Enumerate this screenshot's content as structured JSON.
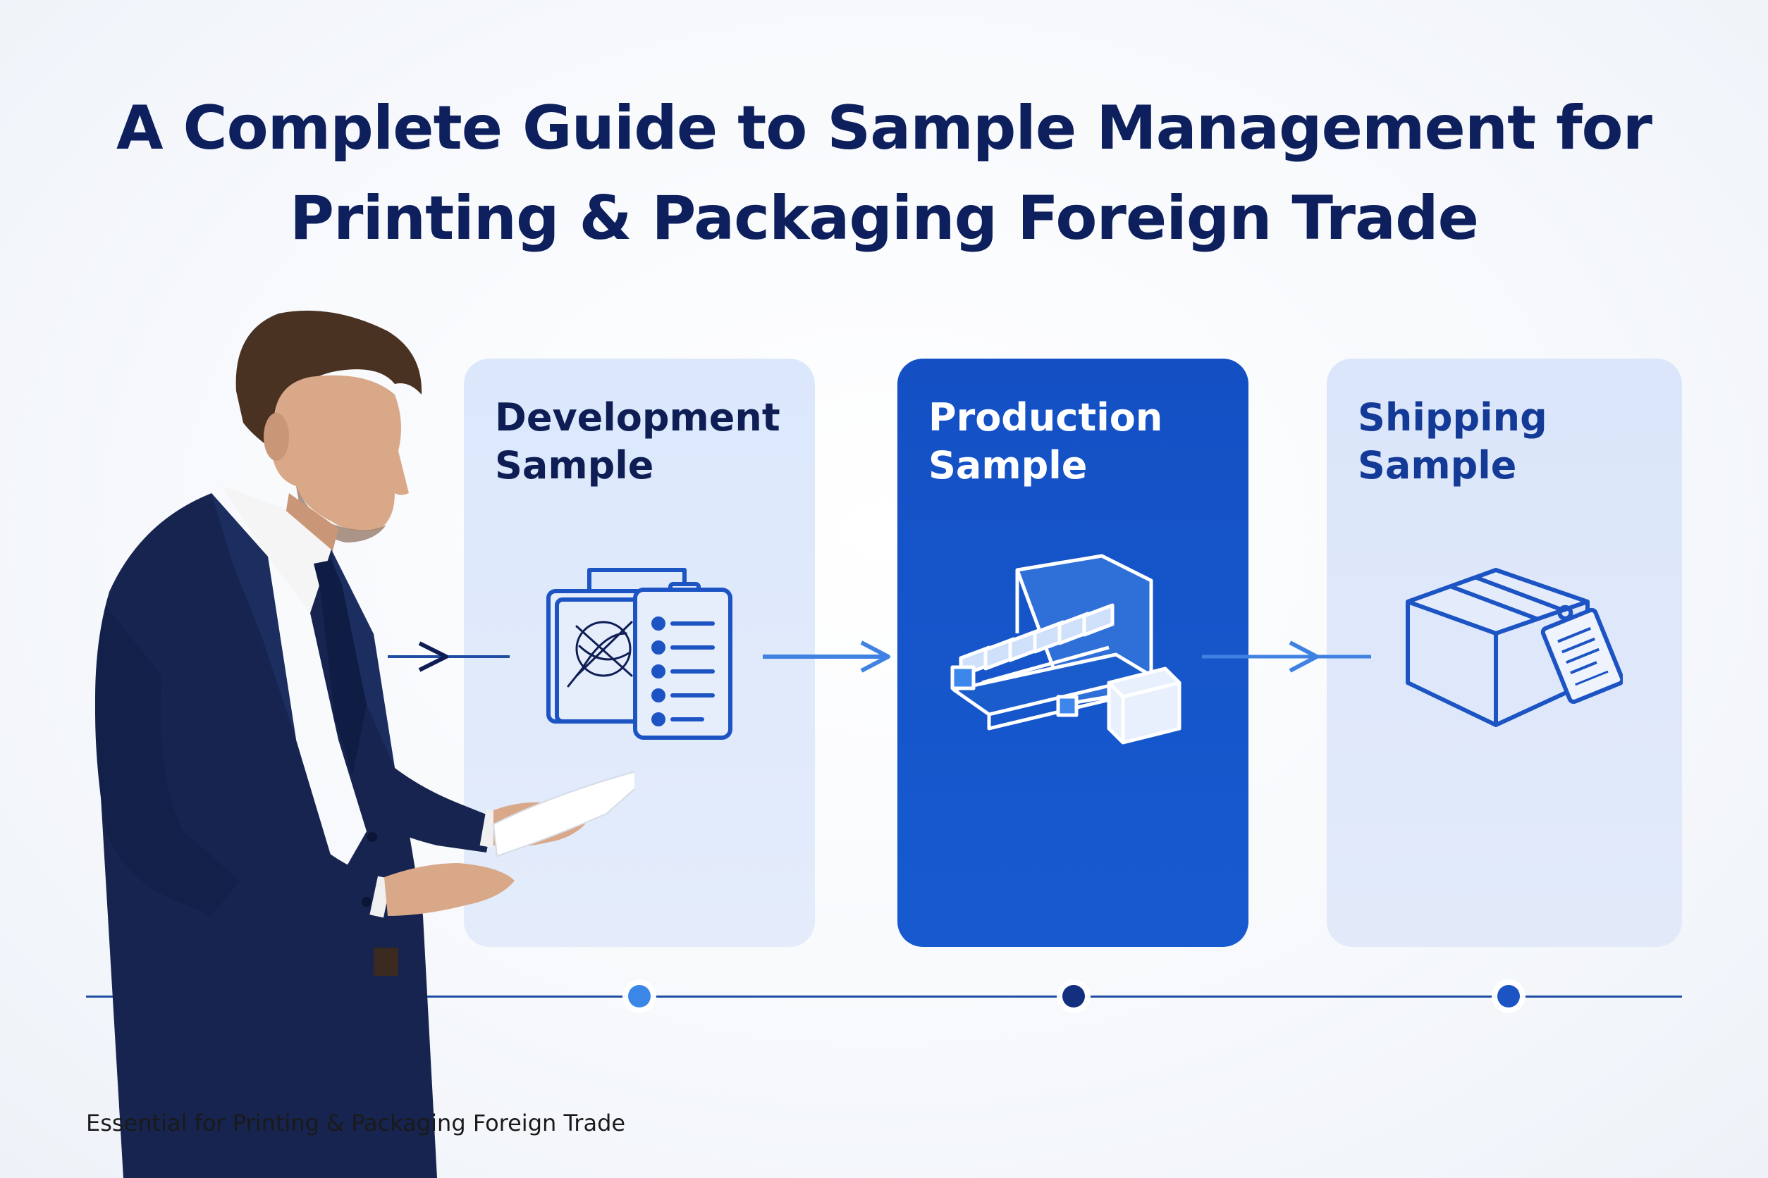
{
  "title": {
    "line1": "A Complete Guide to Sample Management for",
    "line2": "Printing & Packaging Foreign Trade"
  },
  "stages": [
    {
      "line1": "Development",
      "line2": "Sample",
      "icon": "clipboard-document-icon"
    },
    {
      "line1": "Production",
      "line2": "Sample",
      "icon": "printing-press-icon"
    },
    {
      "line1": "Shipping",
      "line2": "Sample",
      "icon": "package-box-icon"
    }
  ],
  "footer": "Essential for Printing & Packaging Foreign Trade",
  "colors": {
    "navy": "#0d1f5c",
    "accent_blue": "#1450c4",
    "light_card": "#dbe7fb",
    "suit": "#16244f"
  }
}
